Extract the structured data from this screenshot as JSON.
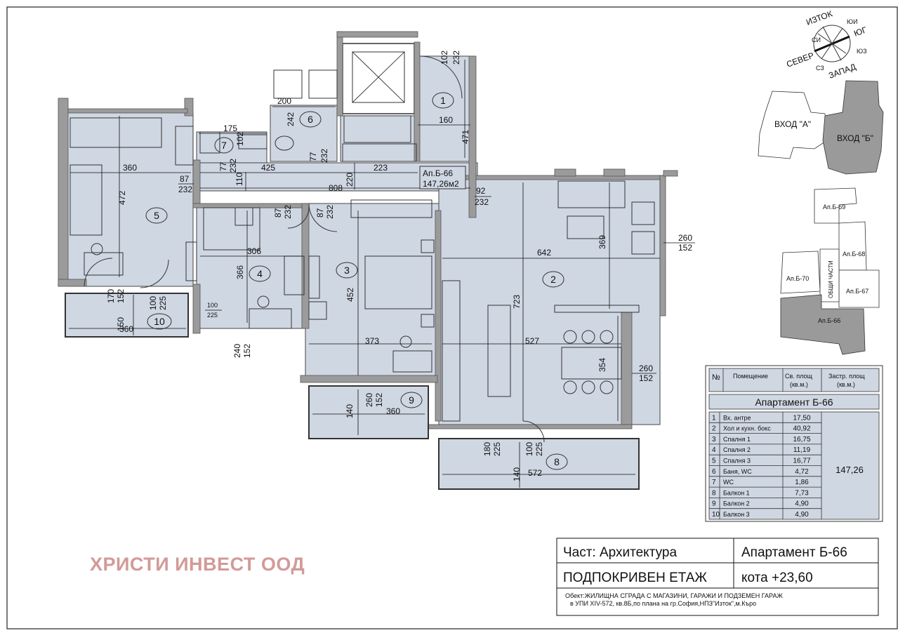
{
  "compass": {
    "labels": [
      "ИЗТОК",
      "ЮИ",
      "ЮГ",
      "ЮЗ",
      "ЗАПАД",
      "СЗ",
      "СЕВЕР",
      "СИ"
    ]
  },
  "keyplan_top": {
    "entrance_a": "ВХОД \"А\"",
    "entrance_b": "ВХОД \"Б\""
  },
  "keyplan_floor": {
    "units": [
      "Ап.Б-69",
      "Ап.Б-68",
      "Ап.Б-70",
      "Ап.Б-67",
      "Ап.Б-66"
    ],
    "common": "ОБЩИ ЧАСТИ"
  },
  "plan": {
    "unit_label": "Ап.Б-66",
    "unit_area": "147,26м2",
    "room_numbers": [
      "1",
      "2",
      "3",
      "4",
      "5",
      "6",
      "7",
      "8",
      "9",
      "10"
    ],
    "dimensions": [
      "360",
      "87",
      "232",
      "425",
      "223",
      "808",
      "110",
      "220",
      "92",
      "232",
      "472",
      "306",
      "366",
      "87",
      "232",
      "87",
      "232",
      "373",
      "452",
      "527",
      "723",
      "642",
      "369",
      "354",
      "175",
      "102",
      "77",
      "232",
      "77",
      "232",
      "200",
      "242",
      "160",
      "471",
      "102",
      "232",
      "170",
      "152",
      "150",
      "100",
      "225",
      "360",
      "100",
      "225",
      "240",
      "152",
      "140",
      "260",
      "152",
      "360",
      "180",
      "225",
      "100",
      "225",
      "140",
      "572",
      "260",
      "152",
      "260",
      "152"
    ]
  },
  "areas_table": {
    "headers": [
      "№",
      "Помещение",
      "Св. площ (кв.м.)",
      "Застр. площ (кв.м.)"
    ],
    "title": "Апартамент Б-66",
    "rows": [
      {
        "num": "1",
        "name": "Вх. антре",
        "area": "17,50"
      },
      {
        "num": "2",
        "name": "Хол и кухн. бокс",
        "area": "40,92"
      },
      {
        "num": "3",
        "name": "Спалня 1",
        "area": "16,75"
      },
      {
        "num": "4",
        "name": "Спалня 2",
        "area": "11,19"
      },
      {
        "num": "5",
        "name": "Спалня 3",
        "area": "16,77"
      },
      {
        "num": "6",
        "name": "Баня, WC",
        "area": "4,72"
      },
      {
        "num": "7",
        "name": "WC",
        "area": "1,86"
      },
      {
        "num": "8",
        "name": "Балкон 1",
        "area": "7,73"
      },
      {
        "num": "9",
        "name": "Балкон 2",
        "area": "4,90"
      },
      {
        "num": "10",
        "name": "Балкон 3",
        "area": "4,90"
      }
    ],
    "total": "147,26"
  },
  "title_block": {
    "part": "Част: Архитектура",
    "apartment": "Апартамент Б-66",
    "floor": "ПОДПОКРИВЕН ЕТАЖ",
    "level": "кота +23,60",
    "object_line1": "Обект:ЖИЛИЩНА СГРАДА С МАГАЗИНИ, ГАРАЖИ И ПОДЗЕМЕН ГАРАЖ",
    "object_line2": "в УПИ XIV-572, кв.8Б,по плана на гр.София,НПЗ\"Изток\",м.Къро"
  },
  "company": "ХРИСТИ ИНВЕСТ ООД",
  "colors": {
    "room_fill": "#cfd7e3",
    "wall": "#9b9b9b",
    "highlight_unit": "#9a9a9a",
    "company_text": "#d29a98"
  }
}
